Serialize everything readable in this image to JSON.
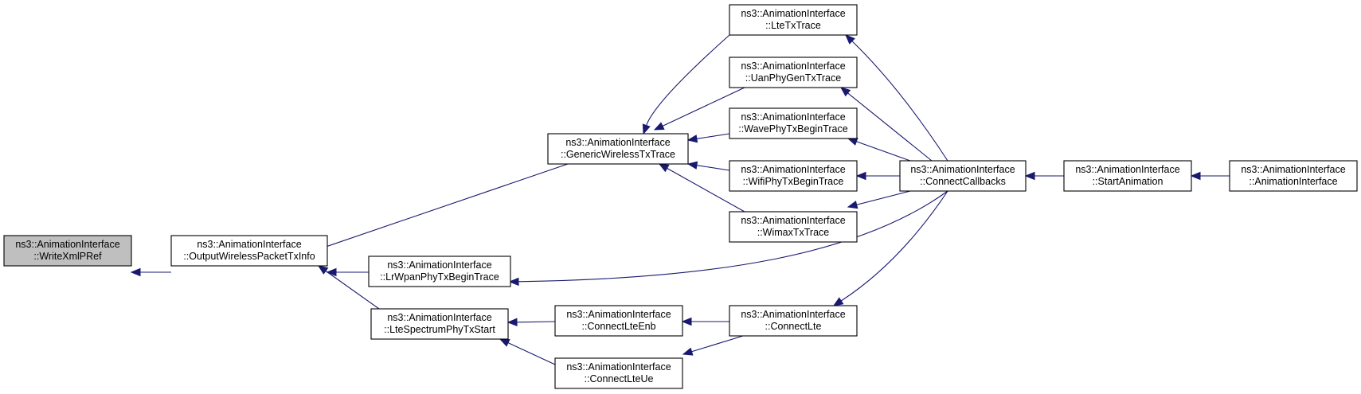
{
  "colors": {
    "edge": "#191970",
    "node_border": "#000000",
    "current_fill": "#bfbfbf",
    "background": "#ffffff"
  },
  "nodes": [
    {
      "id": "writexml",
      "line1": "ns3::AnimationInterface",
      "line2": "::WriteXmlPRef",
      "current": true
    },
    {
      "id": "outputwifi",
      "line1": "ns3::AnimationInterface",
      "line2": "::OutputWirelessPacketTxInfo"
    },
    {
      "id": "generic",
      "line1": "ns3::AnimationInterface",
      "line2": "::GenericWirelessTxTrace"
    },
    {
      "id": "lrwpan",
      "line1": "ns3::AnimationInterface",
      "line2": "::LrWpanPhyTxBeginTrace"
    },
    {
      "id": "ltespectrum",
      "line1": "ns3::AnimationInterface",
      "line2": "::LteSpectrumPhyTxStart"
    },
    {
      "id": "ltetx",
      "line1": "ns3::AnimationInterface",
      "line2": "::LteTxTrace"
    },
    {
      "id": "uan",
      "line1": "ns3::AnimationInterface",
      "line2": "::UanPhyGenTxTrace"
    },
    {
      "id": "wave",
      "line1": "ns3::AnimationInterface",
      "line2": "::WavePhyTxBeginTrace"
    },
    {
      "id": "wifi",
      "line1": "ns3::AnimationInterface",
      "line2": "::WifiPhyTxBeginTrace"
    },
    {
      "id": "wimax",
      "line1": "ns3::AnimationInterface",
      "line2": "::WimaxTxTrace"
    },
    {
      "id": "connectlteenb",
      "line1": "ns3::AnimationInterface",
      "line2": "::ConnectLteEnb"
    },
    {
      "id": "connectlteue",
      "line1": "ns3::AnimationInterface",
      "line2": "::ConnectLteUe"
    },
    {
      "id": "connectlte",
      "line1": "ns3::AnimationInterface",
      "line2": "::ConnectLte"
    },
    {
      "id": "connectcb",
      "line1": "ns3::AnimationInterface",
      "line2": "::ConnectCallbacks"
    },
    {
      "id": "startanim",
      "line1": "ns3::AnimationInterface",
      "line2": "::StartAnimation"
    },
    {
      "id": "animctor",
      "line1": "ns3::AnimationInterface",
      "line2": "::AnimationInterface"
    }
  ],
  "edges": [
    {
      "from": "outputwifi",
      "to": "writexml"
    },
    {
      "from": "generic",
      "to": "outputwifi"
    },
    {
      "from": "lrwpan",
      "to": "outputwifi"
    },
    {
      "from": "ltespectrum",
      "to": "outputwifi"
    },
    {
      "from": "ltetx",
      "to": "generic"
    },
    {
      "from": "uan",
      "to": "generic"
    },
    {
      "from": "wave",
      "to": "generic"
    },
    {
      "from": "wifi",
      "to": "generic"
    },
    {
      "from": "wimax",
      "to": "generic"
    },
    {
      "from": "connectlteenb",
      "to": "ltespectrum"
    },
    {
      "from": "connectlteue",
      "to": "ltespectrum"
    },
    {
      "from": "connectlte",
      "to": "connectlteenb"
    },
    {
      "from": "connectlte",
      "to": "connectlteue"
    },
    {
      "from": "connectcb",
      "to": "ltetx"
    },
    {
      "from": "connectcb",
      "to": "uan"
    },
    {
      "from": "connectcb",
      "to": "wave"
    },
    {
      "from": "connectcb",
      "to": "wifi"
    },
    {
      "from": "connectcb",
      "to": "wimax"
    },
    {
      "from": "connectcb",
      "to": "lrwpan"
    },
    {
      "from": "connectcb",
      "to": "connectlte"
    },
    {
      "from": "startanim",
      "to": "connectcb"
    },
    {
      "from": "animctor",
      "to": "startanim"
    }
  ]
}
